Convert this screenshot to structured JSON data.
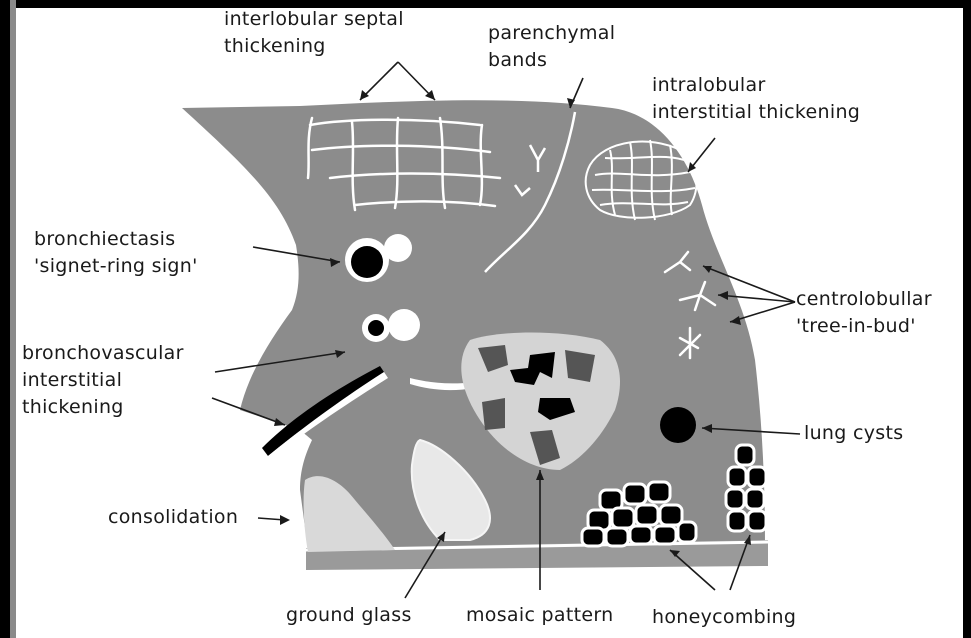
{
  "labels": {
    "interlobular_septal": [
      "interlobular septal",
      "thickening"
    ],
    "parenchymal_bands": [
      "parenchymal",
      "bands"
    ],
    "intralobular": [
      "intralobular",
      "interstitial thickening"
    ],
    "bronchiectasis": [
      "bronchiectasis",
      "'signet-ring sign'"
    ],
    "centrolobular": [
      "centrolobullar",
      "'tree-in-bud'"
    ],
    "bronchovascular": [
      "bronchovascular",
      "interstitial",
      "thickening"
    ],
    "lung_cysts": "lung cysts",
    "consolidation": "consolidation",
    "ground_glass": "ground glass",
    "mosaic_pattern": "mosaic pattern",
    "honeycombing": "honeycombing"
  },
  "colors": {
    "lung": "#8c8c8c",
    "line": "#ffffff",
    "dark": "#000000",
    "consolidation": "#d9d9d9",
    "mosaic_light": "#d4d4d4",
    "mosaic_dark": "#555555"
  }
}
